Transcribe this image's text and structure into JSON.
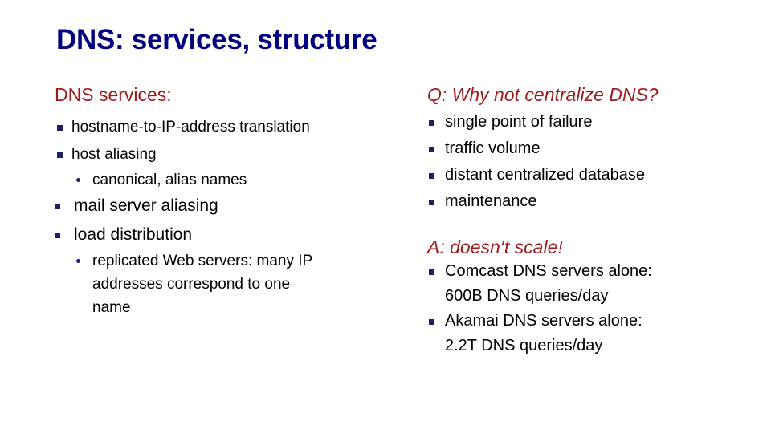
{
  "slide": {
    "title": "DNS: services, structure",
    "colors": {
      "title": "#000080",
      "heading": "#9E1B1B",
      "bullet": "#1F1F6E",
      "body": "#000000",
      "background": "#FFFFFF"
    }
  },
  "left_column": {
    "heading": "DNS services:",
    "bullets": [
      {
        "text": "hostname-to-IP-address translation"
      },
      {
        "text": "host aliasing"
      },
      {
        "text": "canonical, alias names"
      },
      {
        "text": "mail server aliasing"
      },
      {
        "text": "load distribution"
      },
      {
        "line1": "replicated Web servers: many IP",
        "line2": "addresses correspond to one",
        "line3": "name"
      }
    ]
  },
  "right_column": {
    "question_heading": "Q: Why not centralize DNS?",
    "question_bullets": [
      {
        "text": "single point of failure"
      },
      {
        "text": "traffic volume"
      },
      {
        "text": "distant centralized database"
      },
      {
        "text": "maintenance"
      }
    ],
    "answer_heading": "A: doesn‘t scale!",
    "answer_bullets": [
      {
        "line1": "Comcast DNS servers alone:",
        "line2": "600B DNS queries/day"
      },
      {
        "line1": "Akamai DNS servers alone:",
        "line2": "2.2T DNS queries/day"
      }
    ]
  }
}
